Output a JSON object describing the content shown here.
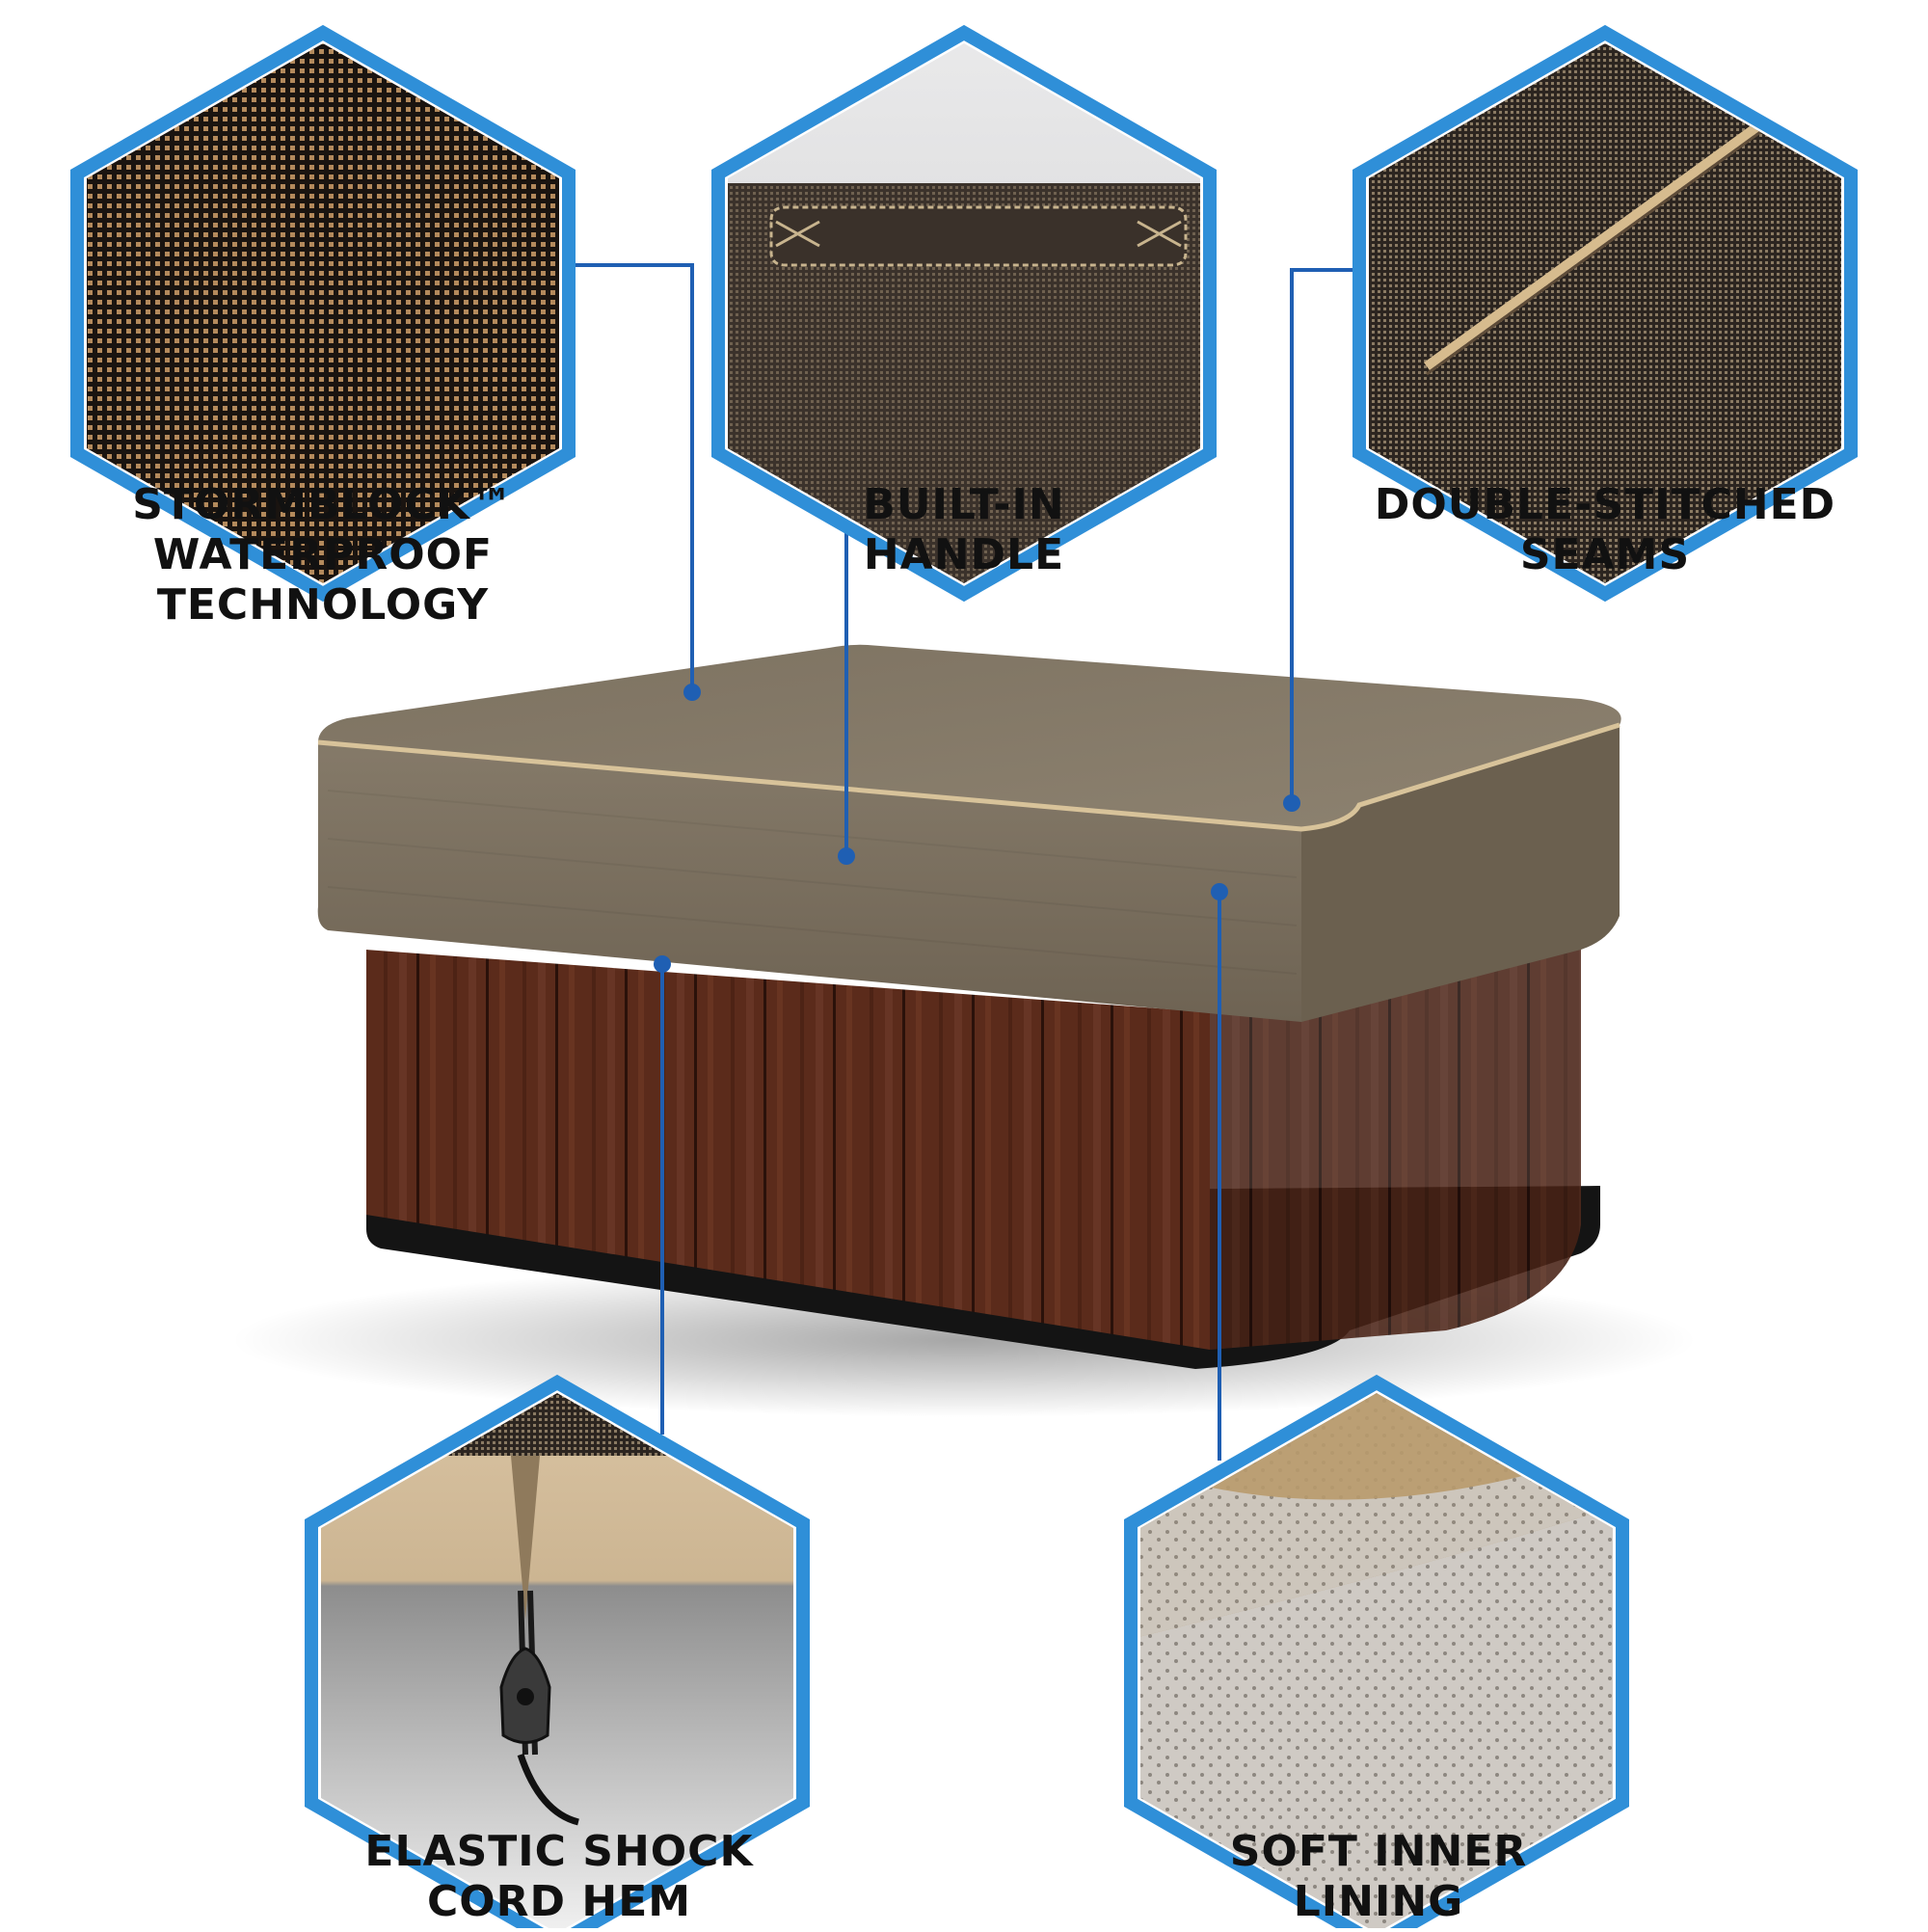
{
  "colors": {
    "accent": "#2f8fd8",
    "connector": "#1f5fb3",
    "cover": "#7a6f5f",
    "wood": "#5a2a1a",
    "trim": "#d8c39a"
  },
  "features": [
    {
      "id": "stormblock",
      "line1": "STORMBLOCK™",
      "line2": "WATERPROOF TECHNOLOGY"
    },
    {
      "id": "handle",
      "line1": "BUILT-IN",
      "line2": "HANDLE"
    },
    {
      "id": "seams",
      "line1": "DOUBLE-STITCHED",
      "line2": "SEAMS"
    },
    {
      "id": "hem",
      "line1": "ELASTIC SHOCK",
      "line2": "CORD HEM"
    },
    {
      "id": "lining",
      "line1": "SOFT INNER",
      "line2": "LINING"
    }
  ]
}
